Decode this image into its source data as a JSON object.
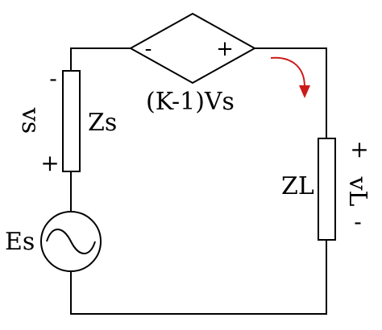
{
  "labels": {
    "source_voltage": "vs",
    "source_impedance": "Zs",
    "source_emf": "Es",
    "dependent_source": "(K-1)Vs",
    "load_impedance": "ZL",
    "load_voltage": "vL"
  },
  "polarity": {
    "vs_top": "-",
    "vs_bottom": "+",
    "dep_left": "-",
    "dep_right": "+",
    "vl_top": "+",
    "vl_bottom": "-"
  },
  "colors": {
    "wire": "#000000",
    "current_arrow": "#cc1a1a"
  }
}
